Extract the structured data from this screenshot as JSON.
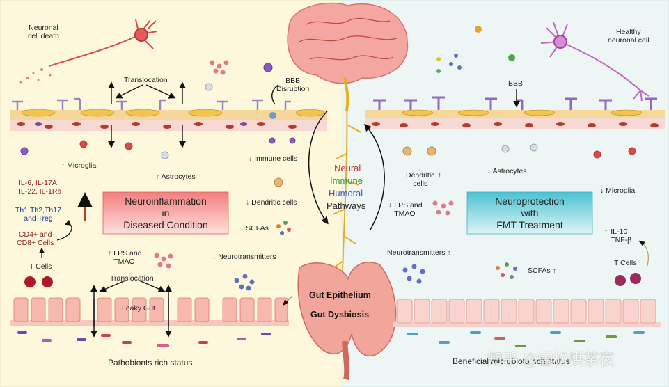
{
  "colors": {
    "left_bg": "#fdf8dc",
    "right_bg": "#eef6f5",
    "neuro_box_left": "#f08080",
    "neuro_box_right": "#5bc8d6",
    "gut_wall": "#f2a59b",
    "brain": "#f4a7a1",
    "nerve": "#e5b020",
    "arrow_red": "#c0392b"
  },
  "left": {
    "cell_death": "Neuronal\ncell death",
    "translocation_top": "Translocation",
    "bbb_disruption": "BBB\nDisruption",
    "microglia": "Microglia",
    "astrocytes": "Astrocytes",
    "immune_cells": "Immune cells",
    "dendritic_cells": "Dendritic cells",
    "scfas": "SCFAs",
    "neurotransmitters": "Neurotransmitters",
    "cytokines": "IL-6, IL-17A,\nIL-22, IL-1Ra",
    "th_cells": "Th1,Th2,Th17\nand Treg",
    "cd_cells": "CD4+ and\nCD8+ Cells",
    "t_cells": "T Cells",
    "lps": "LPS and\nTMAO",
    "translocation_bottom": "Translocation",
    "leaky_gut": "Leaky Gut",
    "status": "Pathobionts rich status",
    "box_text": "Neuroinflammation\nin\nDiseased Condition"
  },
  "center": {
    "neural": "Neural",
    "immune": "Immune",
    "humoral": "Humoral",
    "pathways": "Pathways",
    "gut_epithelium": "Gut Epithelium",
    "gut_dysbiosis": "Gut Dysbiosis"
  },
  "right": {
    "healthy_cell": "Healthy\nneuronal cell",
    "bbb": "BBB",
    "dendritic_cells": "Dendritic\ncells",
    "astrocytes": "Astrocytes",
    "microglia": "Microglia",
    "lps": "LPS and\nTMAO",
    "neurotransmitters": "Neurotransmitters",
    "scfas": "SCFAs",
    "il10": "IL-10\nTNF-β",
    "t_cells": "T Cells",
    "status": "Beneficial microbiota rich status",
    "box_text": "Neuroprotection\nwith\nFMT Treatment"
  },
  "watermark": "知乎 @雪松烘茶夜"
}
